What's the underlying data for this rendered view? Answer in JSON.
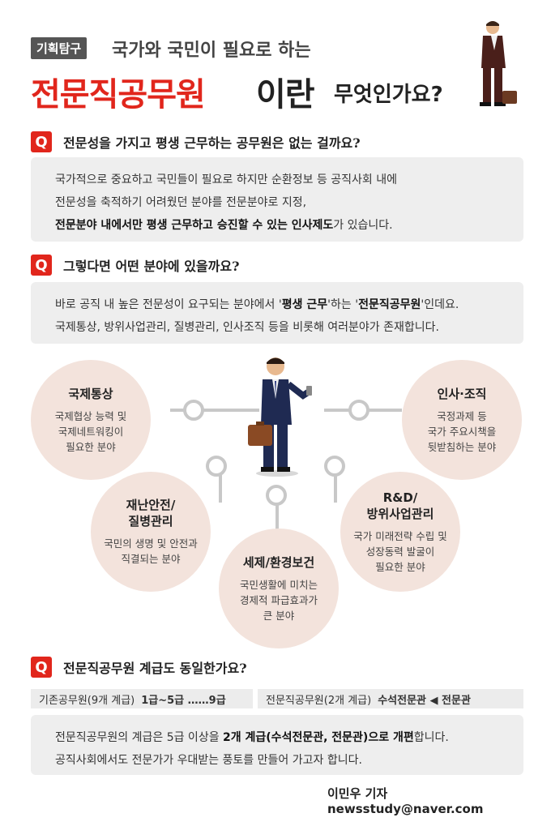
{
  "header": {
    "tag": "기획탐구",
    "subtitle": "국가와 국민이 필요로 하는",
    "title_red": "전문직공무원",
    "title_black": "이란",
    "title_small": "무엇인가요?"
  },
  "q_badge": "Q",
  "q1": {
    "question": "전문성을 가지고 평생 근무하는 공무원은 없는 걸까요?",
    "line1": "국가적으로 중요하고 국민들이 필요로 하지만 순환정보 등 공직사회 내에",
    "line2": "전문성을 축적하기 어려웠던 분야를 전문분야로 지정,",
    "line3_bold1": "전문분야 내에서만 평생 근무하고 승진할 수 있는 인사제도",
    "line3_rest": "가 있습니다."
  },
  "q2": {
    "question": "그렇다면 어떤 분야에 있을까요?",
    "line1_a": "바로 공직 내 높은 전문성이 요구되는 분야에서 '",
    "line1_b": "평생 근무",
    "line1_c": "'하는 '",
    "line1_d": "전문직공무원",
    "line1_e": "'인데요.",
    "line2": "국제통상, 방위사업관리, 질병관리, 인사조직 등을 비롯해 여러분야가 존재합니다."
  },
  "fields": [
    {
      "title": "국제통상",
      "desc": [
        "국제협상 능력 및",
        "국제네트워킹이",
        "필요한 분야"
      ]
    },
    {
      "title": "인사·조직",
      "desc": [
        "국정과제 등",
        "국가 주요시책을",
        "뒷받침하는 분야"
      ]
    },
    {
      "title": "재난안전/\n질병관리",
      "title1": "재난안전/",
      "title2": "질병관리",
      "desc": [
        "국민의 생명 및 안전과",
        "직결되는 분야"
      ]
    },
    {
      "title": "R&D/\n방위사업관리",
      "title1": "R&D/",
      "title2": "방위사업관리",
      "desc": [
        "국가 미래전략 수립 및",
        "성장동력 발굴이",
        "필요한 분야"
      ]
    },
    {
      "title": "세제/환경보건",
      "desc": [
        "국민생활에 미치는",
        "경제적 파급효과가",
        "큰 분야"
      ]
    }
  ],
  "q3": {
    "question": "전문직공무원 계급도 동일한가요?",
    "grade_left_label": "기존공무원(9개 계급)",
    "grade_left_value": "1급~5급 ……9급",
    "grade_right_label": "전문직공무원(2개 계급)",
    "grade_right_value": "수석전문관 ◀ 전문관",
    "line1_a": "전문직공무원의 계급은 5급 이상을 ",
    "line1_b": "2개 계급(수석전문관, 전문관)으로 개편",
    "line1_c": "합니다.",
    "line2": "공직사회에서도 전문가가 우대받는 풍토를 만들어 가고자 합니다."
  },
  "footer": {
    "reporter": "이민우 기자",
    "email": "newsstudy@naver.com"
  },
  "colors": {
    "accent": "#e1261c",
    "circle": "#f3e3dc",
    "box": "#eeeeee"
  }
}
